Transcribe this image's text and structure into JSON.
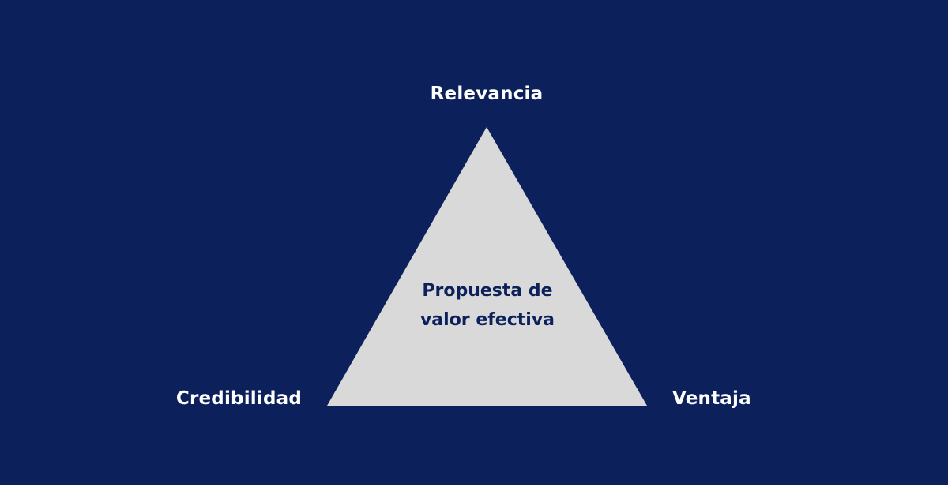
{
  "diagram": {
    "vertices": {
      "top": "Relevancia",
      "bottom_left": "Credibilidad",
      "bottom_right": "Ventaja"
    },
    "center": {
      "line1": "Propuesta de",
      "line2": "valor efectiva"
    },
    "colors": {
      "background": "#0c215c",
      "triangle": "#d9d9d9",
      "label_text": "#ffffff",
      "center_text": "#0c215c"
    }
  }
}
